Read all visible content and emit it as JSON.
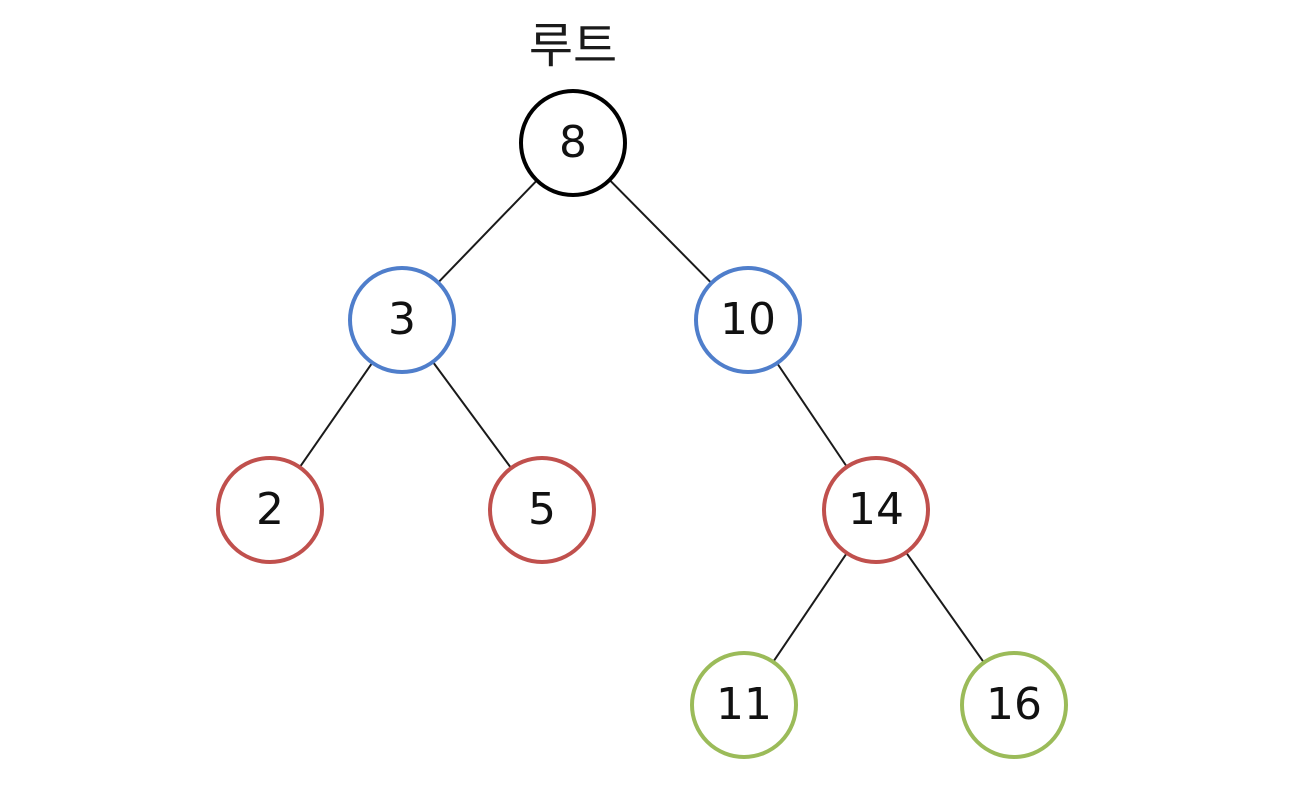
{
  "root_label": "루트",
  "colors": {
    "root": "#000000",
    "level1": "#4f7ecb",
    "level2": "#c0504d",
    "level3": "#9bbb59",
    "edge": "#1a1a1a"
  },
  "tree": {
    "nodes": [
      {
        "id": "n8",
        "label": "8",
        "level": "root"
      },
      {
        "id": "n3",
        "label": "3",
        "level": "level1"
      },
      {
        "id": "n10",
        "label": "10",
        "level": "level1"
      },
      {
        "id": "n2",
        "label": "2",
        "level": "level2"
      },
      {
        "id": "n5",
        "label": "5",
        "level": "level2"
      },
      {
        "id": "n14",
        "label": "14",
        "level": "level2"
      },
      {
        "id": "n11",
        "label": "11",
        "level": "level3"
      },
      {
        "id": "n16",
        "label": "16",
        "level": "level3"
      }
    ],
    "edges": [
      {
        "from": "n8",
        "to": "n3"
      },
      {
        "from": "n8",
        "to": "n10"
      },
      {
        "from": "n3",
        "to": "n2"
      },
      {
        "from": "n3",
        "to": "n5"
      },
      {
        "from": "n10",
        "to": "n14"
      },
      {
        "from": "n14",
        "to": "n11"
      },
      {
        "from": "n14",
        "to": "n16"
      }
    ]
  }
}
